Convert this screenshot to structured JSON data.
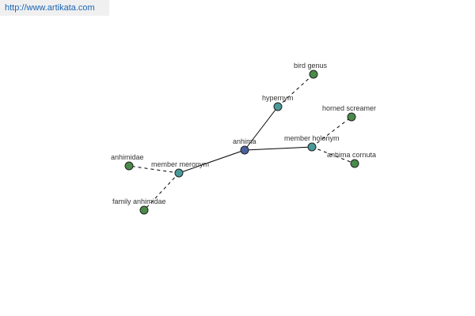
{
  "watermark": {
    "url": "http://www.artikata.com"
  },
  "graph": {
    "center": "anhima",
    "relations": {
      "hypernym": "hypernym",
      "member_holonym": "member holonym",
      "member_meronym": "member meronym"
    },
    "terms": {
      "bird_genus": "bird genus",
      "horned_screamer": "horned screamer",
      "anhima_cornuta": "anhima cornuta",
      "anhimidae": "anhimidae",
      "family_anhimidae": "family anhimidae"
    },
    "colors": {
      "center": "#4a5fa0",
      "relation": "#4a9a9a",
      "term": "#4a8a4a",
      "edge": "#000000"
    }
  }
}
